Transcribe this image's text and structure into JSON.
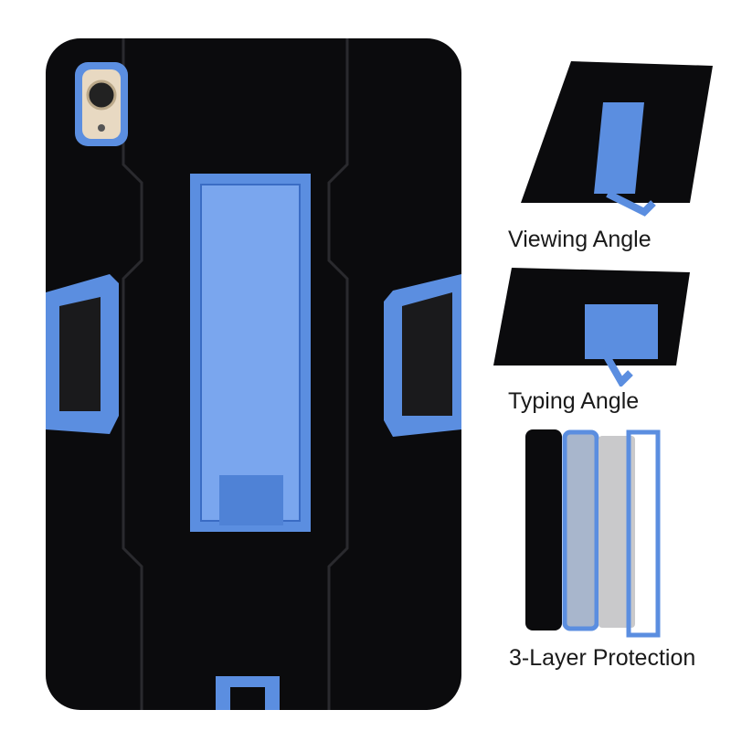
{
  "colors": {
    "case": "#0b0b0d",
    "accent": "#5b8ee0",
    "accent_dark": "#3a6cc4"
  },
  "features": [
    {
      "label": "Viewing Angle"
    },
    {
      "label": "Typing Angle"
    },
    {
      "label": "3-Layer Protection"
    }
  ]
}
